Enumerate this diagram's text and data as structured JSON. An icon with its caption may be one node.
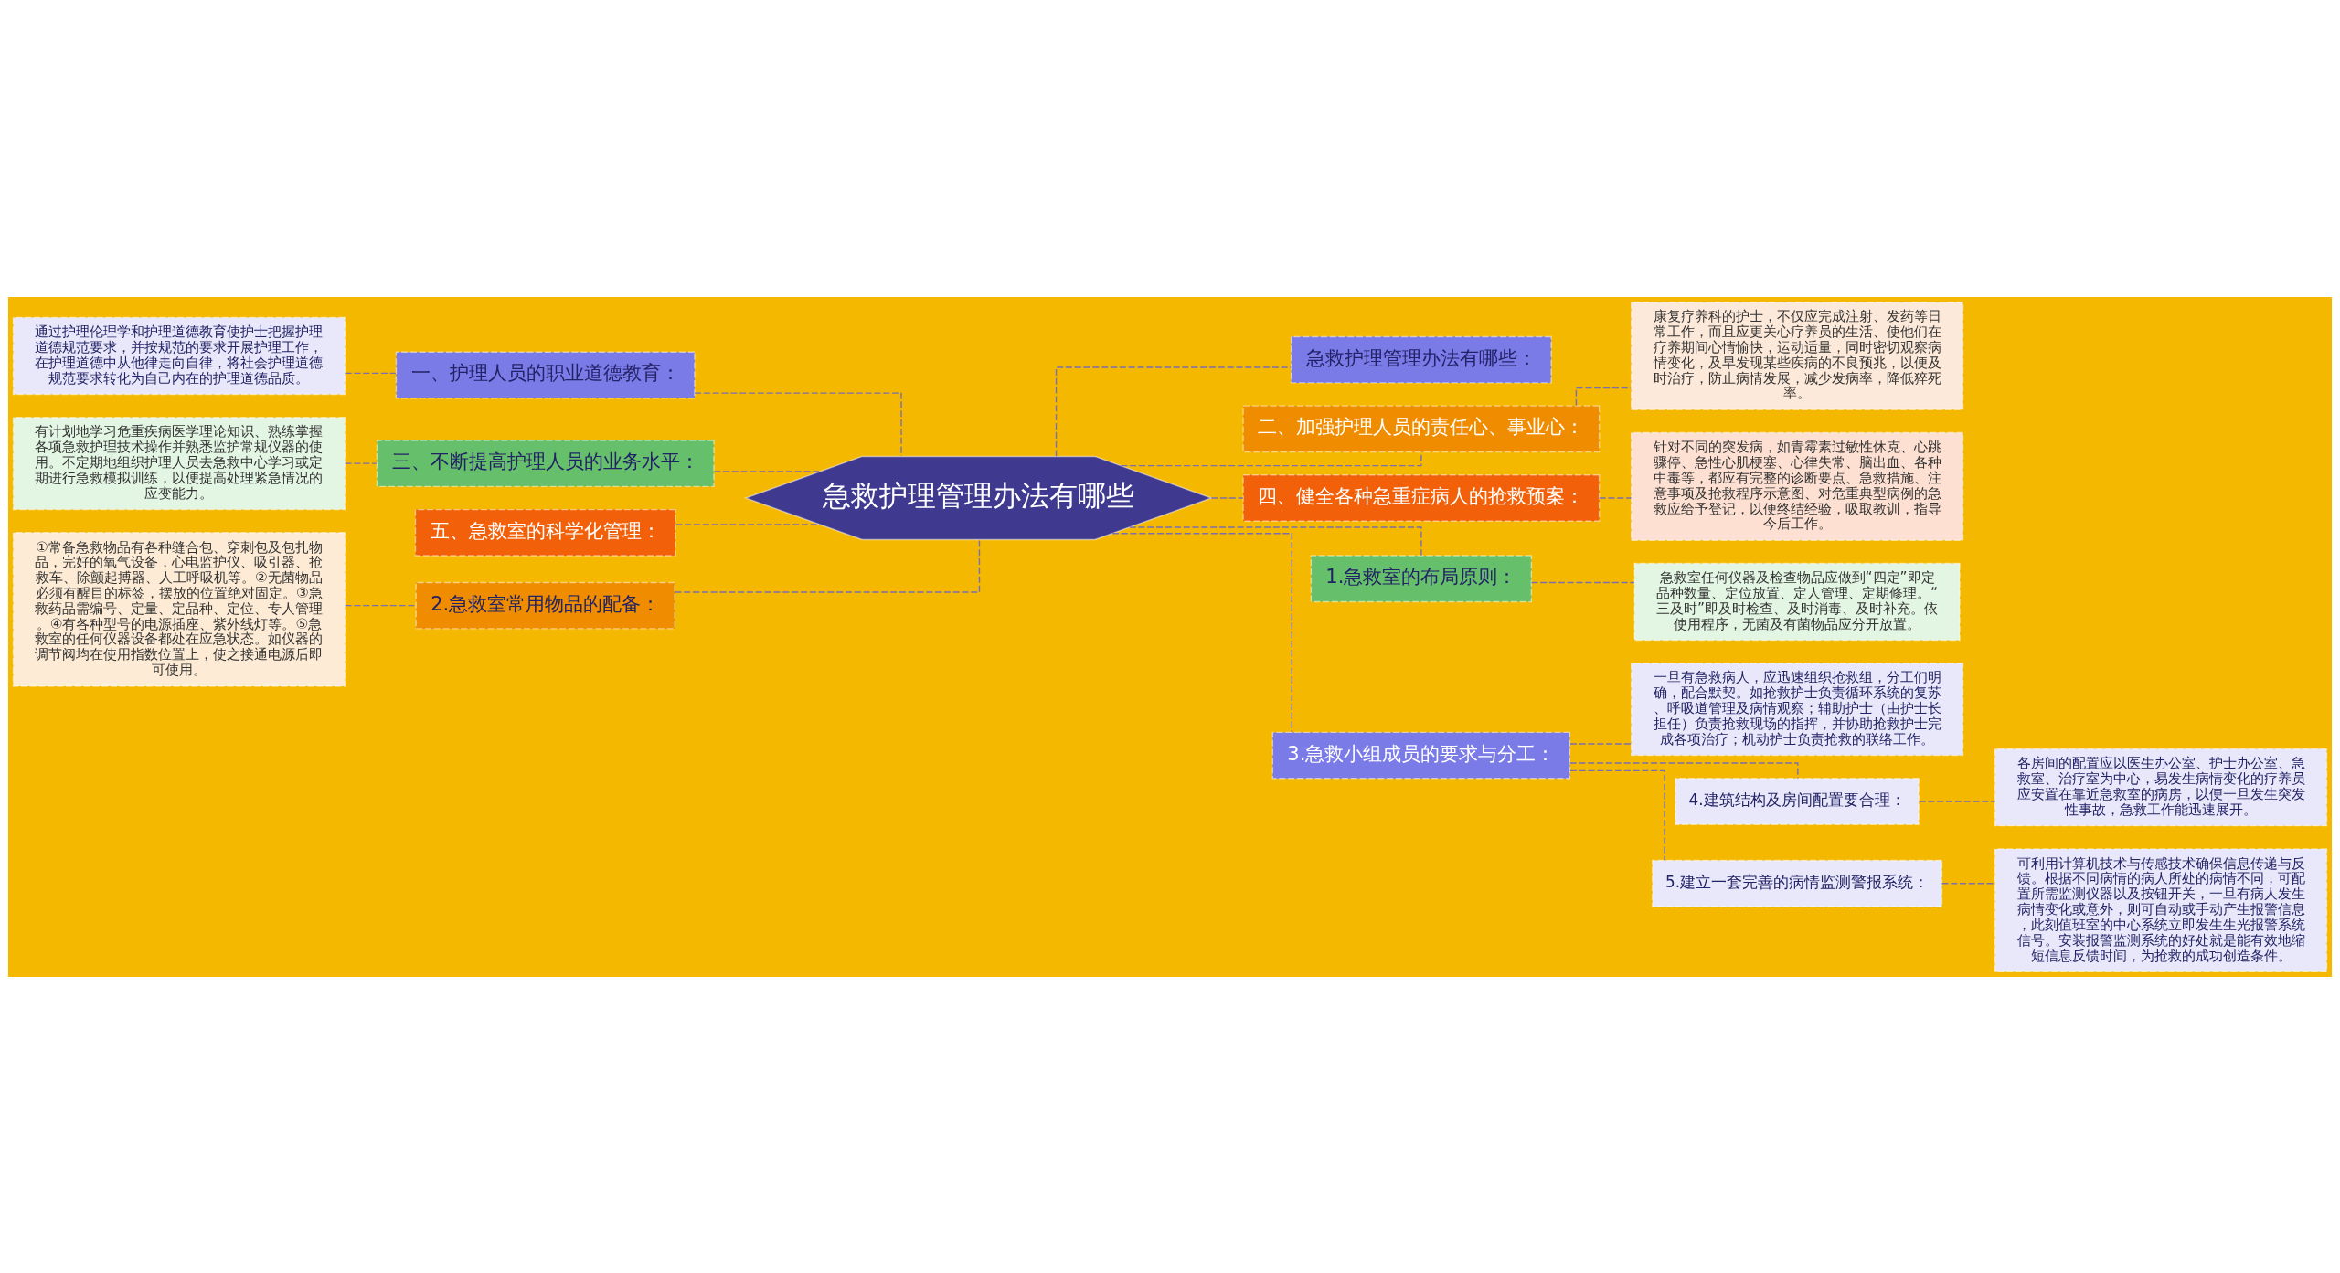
{
  "diagram": {
    "nodes": [
      {
        "text": [
          "急救护理管理办法有哪些"
        ]
      },
      {
        "text": [
          "急救护理管理办法有哪些："
        ]
      },
      {
        "text": [
          "二、加强护理人员的责任心、事业心："
        ]
      },
      {
        "text": [
          "康复疗养科的护士，不仅应完成注射、发药等日常工作，而且应更关心疗养员的生活、使他们在疗养期间心情愉快，运动适量，同时密切观察病情变化，及早发现某些疾病的不良预兆，以便及时治疗，防止病情发展，减少发病率，降低猝死率。"
        ]
      },
      {
        "text": [
          "四、健全各种急重症病人的抢救预案："
        ]
      },
      {
        "text": [
          "针对不同的突发病，如青霉素过敏性休克、心跳骤停、急性心肌梗塞、心律失常、脑出血、各种中毒等，都应有完整的诊断要点、急救措施、注意事项及抢救程序示意图、对危重典型病例的急救应给予登记，以便终结经验，吸取教训，指导今后工作。"
        ]
      },
      {
        "text": [
          "1.急救室的布局原则："
        ]
      },
      {
        "text": [
          "急救室任何仪器及检查物品应做到“四定”即定品种数量、定位放置、定人管理、定期修理。“三及时”即及时检查、及时消毒、及时补充。依使用程序，无菌及有菌物品应分开放置。"
        ]
      },
      {
        "text": [
          "3.急救小组成员的要求与分工："
        ]
      },
      {
        "text": [
          "一旦有急救病人，应迅速组织抢救组，分工们明确，配合默契。如抢救护士负责循环系统的复苏、呼吸道管理及病情观察；辅助护士（由护士长担任）负责抢救现场的指挥，并协助抢救护士完成各项治疗；机动护士负责抢救的联络工作。"
        ]
      },
      {
        "text": [
          "4.建筑结构及房间配置要合理："
        ]
      },
      {
        "text": [
          "各房间的配置应以医生办公室、护士办公室、急救室、治疗室为中心，易发生病情变化的疗养员应安置在靠近急救室的病房，以便一旦发生突发性事故，急救工作能迅速展开。"
        ]
      },
      {
        "text": [
          "5.建立一套完善的病情监测警报系统："
        ]
      },
      {
        "text": [
          "可利用计算机技术与传感技术确保信息传递与反馈。根据不同病情的病人所处的病情不同，可配置所需监测仪器以及按钮开关，一旦有病人发生病情变化或意外，则可自动或手动产生报警信息，此刻值班室的中心系统立即发生生光报警系统信号。安装报警监测系统的好处就是能有效地缩短信息反馈时间，为抢救的成功创造条件。"
        ]
      },
      {
        "text": [
          "一、护理人员的职业道德教育："
        ]
      },
      {
        "text": [
          "通过护理伦理学和护理道德教育使护士把握护理道德规范要求，并按规范的要求开展护理工作，在护理道德中从他律走向自律，将社会护理道德规范要求转化为自己内在的护理道德品质。"
        ]
      },
      {
        "text": [
          "三、不断提高护理人员的业务水平："
        ]
      },
      {
        "text": [
          "有计划地学习危重疾病医学理论知识、熟练掌握各项急救护理技术操作并熟悉监护常规仪器的使用。不定期地组织护理人员去急救中心学习或定期进行急救模拟训练，以便提高处理紧急情况的应变能力。"
        ]
      },
      {
        "text": [
          "五、急救室的科学化管理："
        ]
      },
      {
        "text": [
          "2.急救室常用物品的配备："
        ]
      },
      {
        "text": [
          "①常备急救物品有各种缝合包、穿刺包及包扎物品，完好的氧气设备，心电监护仪、吸引器、抢救车、除颤起搏器、人工呼吸机等。②无菌物品必须有醒目的标签，摆放的位置绝对固定。③急救药品需编号、定量、定品种、定位、专人管理。④有各种型号的电源插座、紫外线灯等。⑤急救室的任何仪器设备都处在应急状态。如仪器的调节阀均在使用指数位置上，使之接通电源后即可使用。"
        ]
      }
    ],
    "edges": [
      {
        "from": 0,
        "to": 1,
        "arrow": "none",
        "style": "dashed"
      },
      {
        "from": 0,
        "to": 2,
        "arrow": "none",
        "style": "dashed"
      },
      {
        "from": 2,
        "to": 3,
        "arrow": "none",
        "style": "dashed"
      },
      {
        "from": 0,
        "to": 4,
        "arrow": "none",
        "style": "dashed"
      },
      {
        "from": 4,
        "to": 5,
        "arrow": "none",
        "style": "dashed"
      },
      {
        "from": 0,
        "to": 6,
        "arrow": "none",
        "style": "dashed"
      },
      {
        "from": 6,
        "to": 7,
        "arrow": "none",
        "style": "dashed"
      },
      {
        "from": 0,
        "to": 8,
        "arrow": "none",
        "style": "dashed"
      },
      {
        "from": 8,
        "to": 9,
        "arrow": "none",
        "style": "dashed"
      },
      {
        "from": 8,
        "to": 10,
        "arrow": "none",
        "style": "dashed"
      },
      {
        "from": 10,
        "to": 11,
        "arrow": "none",
        "style": "dashed"
      },
      {
        "from": 8,
        "to": 12,
        "arrow": "none",
        "style": "dashed"
      },
      {
        "from": 12,
        "to": 13,
        "arrow": "none",
        "style": "dashed"
      },
      {
        "from": 0,
        "to": 14,
        "arrow": "none",
        "style": "dashed"
      },
      {
        "from": 14,
        "to": 15,
        "arrow": "none",
        "style": "dashed"
      },
      {
        "from": 0,
        "to": 16,
        "arrow": "none",
        "style": "dashed"
      },
      {
        "from": 16,
        "to": 17,
        "arrow": "none",
        "style": "dashed"
      },
      {
        "from": 0,
        "to": 18,
        "arrow": "none",
        "style": "dashed"
      },
      {
        "from": 0,
        "to": 19,
        "arrow": "none",
        "style": "dashed"
      },
      {
        "from": 19,
        "to": 20,
        "arrow": "none",
        "style": "dashed"
      }
    ]
  }
}
